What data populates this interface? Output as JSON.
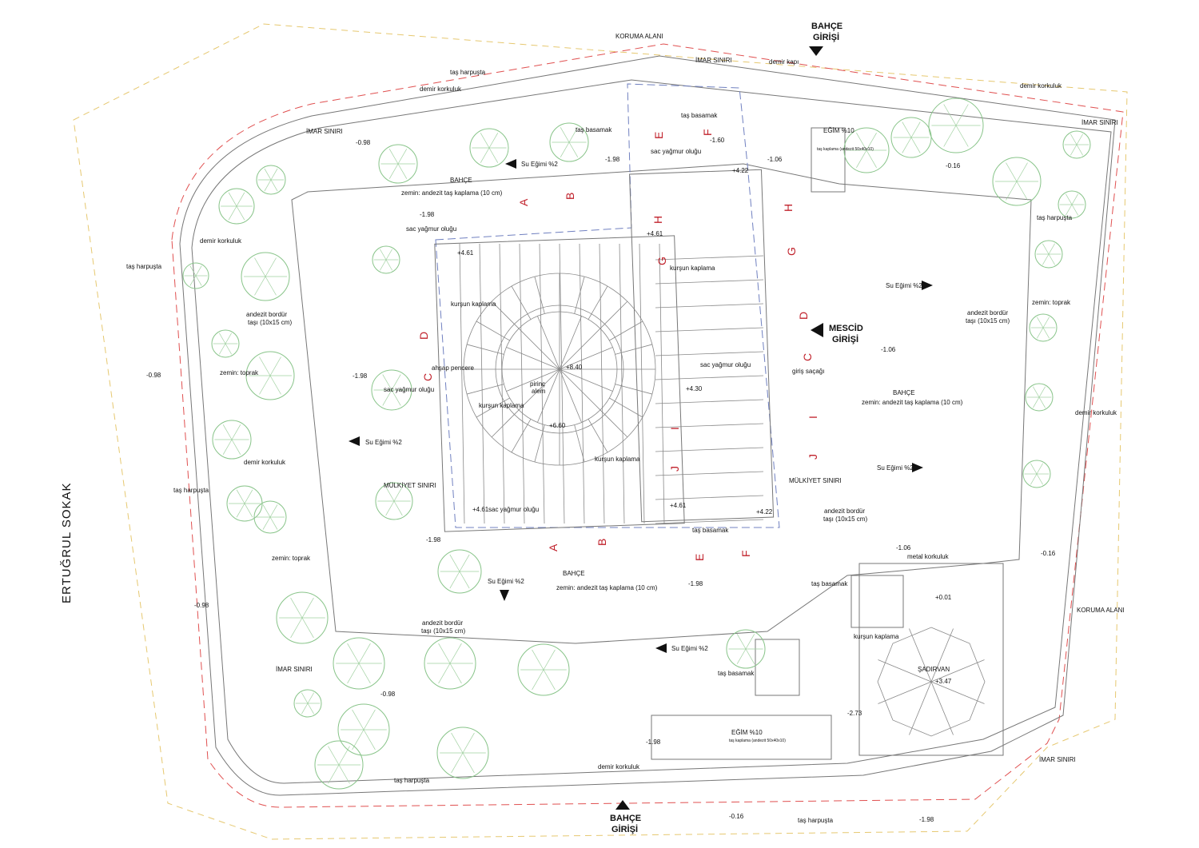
{
  "street": "ERTUĞRUL SOKAK",
  "entrances": {
    "bahce_top": [
      "BAHÇE",
      "GİRİŞİ"
    ],
    "bahce_bottom": [
      "BAHÇE",
      "GİRİŞİ"
    ],
    "mescid": [
      "MESCİD",
      "GİRİŞİ"
    ]
  },
  "section_marks": [
    "A",
    "B",
    "A",
    "B",
    "C",
    "D",
    "C",
    "D",
    "E",
    "F",
    "E",
    "F",
    "G",
    "H",
    "G",
    "H",
    "I",
    "J",
    "I",
    "J"
  ],
  "labels": {
    "koruma_alani_1": "KORUMA ALANI",
    "koruma_alani_2": "KORUMA ALANI",
    "imar_1": "İMAR SINIRI",
    "imar_2": "İMAR SINIRI",
    "imar_3": "İMAR SINIRI",
    "imar_4": "İMAR SINIRI",
    "imar_5": "İMAR SINIRI",
    "demir_kapi": "demir kapı",
    "harpusta_1": "taş harpuşta",
    "harpusta_2": "taş harpuşta",
    "harpusta_3": "taş harpuşta",
    "harpusta_4": "taş harpuşta",
    "harpusta_5": "taş harpuşta",
    "harpusta_6": "taş harpuşta",
    "korkuluk_1": "demir korkuluk",
    "korkuluk_2": "demir korkuluk",
    "korkuluk_3": "demir korkuluk",
    "korkuluk_4": "demir korkuluk",
    "korkuluk_5": "demir korkuluk",
    "korkuluk_6": "demir korkuluk",
    "metal_korkuluk": "metal korkuluk",
    "basamak_1": "taş basamak",
    "basamak_2": "taş basamak",
    "basamak_3": "taş basamak",
    "basamak_4": "taş basamak",
    "basamak_5": "taş basamak",
    "oluk_1": "sac yağmur oluğu",
    "oluk_2": "sac yağmur oluğu",
    "oluk_3": "sac yağmur oluğu",
    "oluk_4": "sac yağmur oluğu",
    "oluk_5": "sac yağmur oluğu",
    "bahce_1": "BAHÇE",
    "bahce_1_zemin": "zemin: andezit taş kaplama (10 cm)",
    "bahce_2": "BAHÇE",
    "bahce_2_zemin": "zemin: andezit taş kaplama (10 cm)",
    "bahce_3": "BAHÇE",
    "bahce_3_zemin": "zemin: andezit taş kaplama (10 cm)",
    "kursun_1": "kurşun kaplama",
    "kursun_2": "kurşun kaplama",
    "kursun_3": "kurşun kaplama",
    "kursun_4": "kurşun kaplama",
    "kursun_5": "kurşun kaplama",
    "ahsap_pencere": "ahşap pencere",
    "pirinc_alem": [
      "pirinç",
      "alem"
    ],
    "giris_sacagi": "giriş saçağı",
    "mulkiyet_1": "MÜLKİYET SINIRI",
    "mulkiyet_2": "MÜLKİYET SINIRI",
    "bordur_1": [
      "andezit bordür",
      "taşı (10x15 cm)"
    ],
    "bordur_2": [
      "andezit bordür",
      "taşı (10x15 cm)"
    ],
    "bordur_3": [
      "andezit bordür",
      "taşı (10x15 cm)"
    ],
    "bordur_4": [
      "andezit bordür",
      "taşı (10x15 cm)"
    ],
    "toprak_1": "zemin: toprak",
    "toprak_2": "zemin: toprak",
    "toprak_3": "zemin: toprak",
    "sadirvan": "ŞADIRVAN",
    "egim_1": "EĞİM %10",
    "egim_1_sub": "taş kaplama (andezit 50x40x10)",
    "egim_2": "EĞİM %10",
    "egim_2_sub": "taş kaplama (andezit 50x40x10)"
  },
  "slopes": [
    "Su Eğimi %2",
    "Su Eğimi %2",
    "Su Eğimi %2",
    "Su Eğimi %2",
    "Su Eğimi %2",
    "Su Eğimi %2"
  ],
  "levels": [
    "-0.98",
    "-0.98",
    "-0.98",
    "-0.98",
    "-1.98",
    "-1.98",
    "-1.98",
    "-1.98",
    "-1.98",
    "-1.98",
    "-1.98",
    "-1.60",
    "-1.06",
    "-1.06",
    "-1.06",
    "-0.16",
    "-0.16",
    "-0.16",
    "+4.22",
    "+4.22",
    "+4.61",
    "+4.61",
    "+4.61",
    "+4.61",
    "+8.40",
    "+6.60",
    "+4.30",
    "+0.01",
    "+3.47",
    "-2.73"
  ],
  "colors": {
    "section_red": "#c0212b",
    "tree_green": "#88c489",
    "boundary_red": "#e05050",
    "boundary_yellow": "#e6c870",
    "property_blue": "#7080c0"
  }
}
